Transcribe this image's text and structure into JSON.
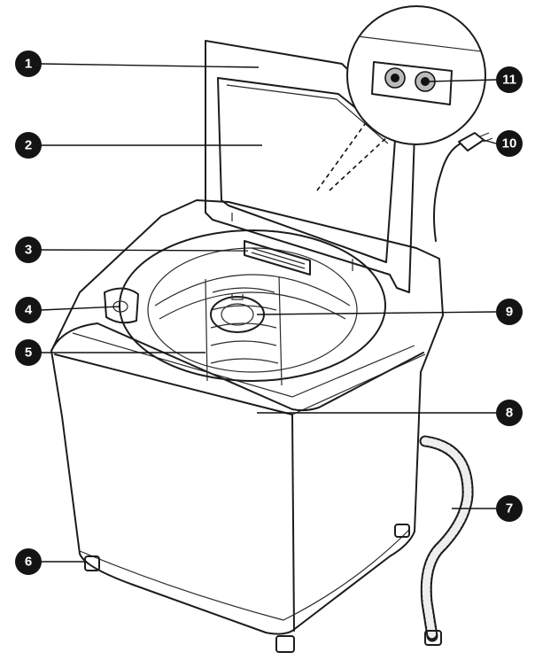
{
  "callouts": [
    {
      "id": "1",
      "label": "1"
    },
    {
      "id": "2",
      "label": "2"
    },
    {
      "id": "3",
      "label": "3"
    },
    {
      "id": "4",
      "label": "4"
    },
    {
      "id": "5",
      "label": "5"
    },
    {
      "id": "6",
      "label": "6"
    },
    {
      "id": "7",
      "label": "7"
    },
    {
      "id": "8",
      "label": "8"
    },
    {
      "id": "9",
      "label": "9"
    },
    {
      "id": "10",
      "label": "10"
    },
    {
      "id": "11",
      "label": "11"
    }
  ],
  "colors": {
    "ink": "#1c1c1c",
    "badge": "#141414",
    "cabinet": "#f1f1f1",
    "glass": "#e3e3e3",
    "background": "#ffffff"
  }
}
